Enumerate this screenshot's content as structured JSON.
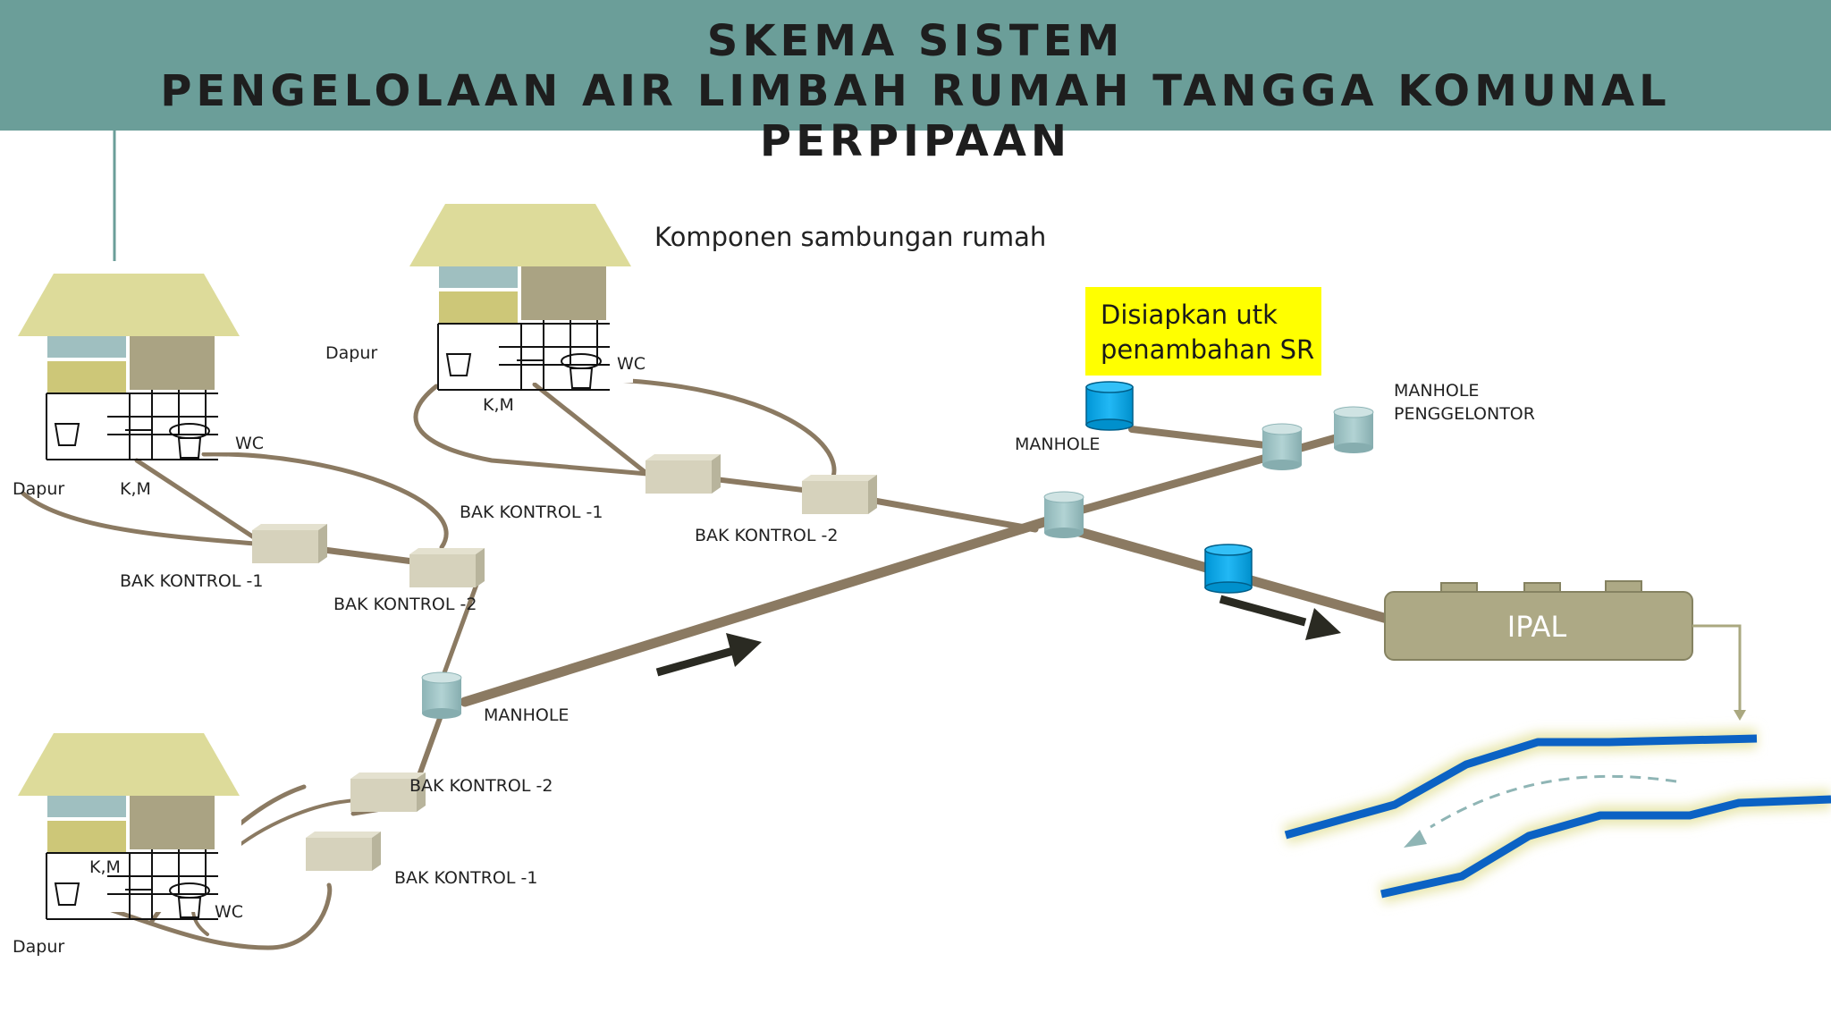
{
  "header": {
    "title_line1": "SKEMA SISTEM",
    "title_line2": "PENGELOLAAN AIR LIMBAH RUMAH TANGGA KOMUNAL PERPIPAAN",
    "bg_color": "#6b9e99"
  },
  "colors": {
    "pipe": "#8b7a62",
    "roof": "#dddb9a",
    "window_blue": "#9fbfc0",
    "window_yellow": "#cdc778",
    "window_olive": "#aaa383",
    "manhole": "#9ec3c4",
    "bak_kontrol": "#d6d2bc",
    "ipal": "#ada985",
    "marker_blue": "#00a6e8",
    "river": "#0b62c4",
    "river_glow": "#e8e7b0",
    "arrow": "#2a2a22"
  },
  "labels": {
    "komponen": "Komponen sambungan rumah",
    "note_line1": "Disiapkan utk",
    "note_line2": "penambahan SR",
    "manhole_penggelontor_1": "MANHOLE",
    "manhole_penggelontor_2": "PENGGELONTOR",
    "manhole": "MANHOLE",
    "ipal": "IPAL",
    "bak_kontrol_1": "BAK KONTROL -1",
    "bak_kontrol_2": "BAK KONTROL -2",
    "dapur": "Dapur",
    "km": "K,M",
    "wc": "WC"
  }
}
